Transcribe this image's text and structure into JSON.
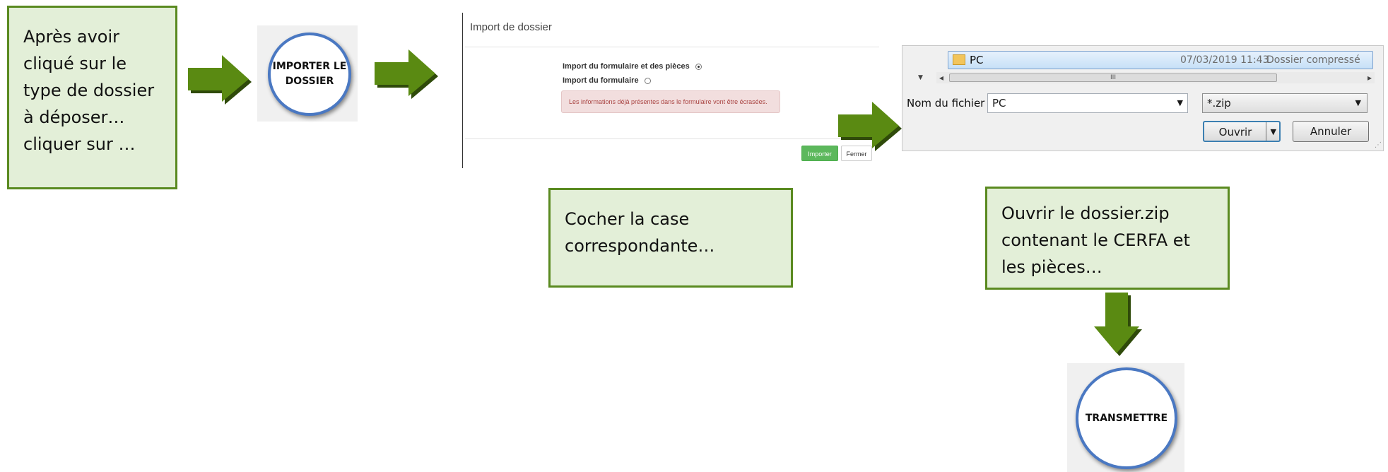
{
  "notes": {
    "step1": [
      "Après avoir",
      "cliqué sur le",
      "type de dossier",
      "à déposer…",
      "cliquer sur …"
    ],
    "step2": [
      "Cocher la case",
      "correspondante…"
    ],
    "step3": [
      "Ouvrir le dossier.zip",
      "contenant le CERFA et",
      "les pièces…"
    ]
  },
  "buttons": {
    "import_folder": [
      "IMPORTER LE",
      "DOSSIER"
    ],
    "transmit": "TRANSMETTRE"
  },
  "import_dialog": {
    "title": "Import de dossier",
    "option1": "Import du formulaire et des pièces",
    "option2": "Import du formulaire",
    "alert": "Les informations déjà présentes dans le formulaire vont être écrasées.",
    "import_button": "Importer",
    "close_button": "Fermer"
  },
  "file_dialog": {
    "file_name": "PC",
    "file_date": "07/03/2019 11:43",
    "file_type": "Dossier compressé",
    "filename_label": "Nom du fichier :",
    "filename_value": "PC",
    "filter": "*.zip",
    "open_button": "Ouvrir",
    "cancel_button": "Annuler"
  },
  "colors": {
    "arrow": "#5a8a12",
    "note_bg": "#e3efd8",
    "note_border": "#5a8a20",
    "circle_border": "#4a78c2"
  }
}
